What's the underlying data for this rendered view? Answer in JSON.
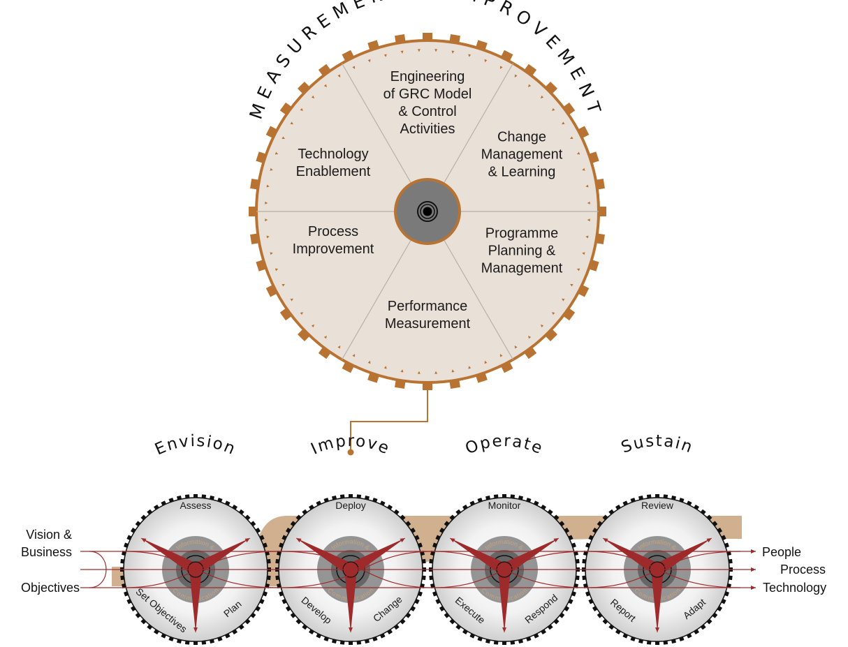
{
  "top_wheel": {
    "arc_title": "MEASUREMENT & IMPROVEMENT",
    "segments": [
      {
        "lines": [
          "Engineering",
          "of GRC Model",
          "& Control",
          "Activities"
        ]
      },
      {
        "lines": [
          "Change",
          "Management",
          "& Learning"
        ]
      },
      {
        "lines": [
          "Programme",
          "Planning &",
          "Management"
        ]
      },
      {
        "lines": [
          "Performance",
          "Measurement"
        ]
      },
      {
        "lines": [
          "Process",
          "Improvement"
        ]
      },
      {
        "lines": [
          "Technology",
          "Enablement"
        ]
      }
    ]
  },
  "gears": [
    {
      "title": "Envision",
      "top": "Assess",
      "left": "Set Objectives",
      "right": "Plan"
    },
    {
      "title": "Improve",
      "top": "Deploy",
      "left": "Develop",
      "right": "Change"
    },
    {
      "title": "Operate",
      "top": "Monitor",
      "left": "Execute",
      "right": "Respond"
    },
    {
      "title": "Sustain",
      "top": "Review",
      "left": "Report",
      "right": "Adapt"
    }
  ],
  "hub_labels": {
    "upper": "Information &",
    "lower": "Communication"
  },
  "inputs": {
    "lines": [
      "Vision &",
      "Business",
      "Objectives"
    ]
  },
  "outputs": [
    "People",
    "Process",
    "Technology"
  ],
  "colors": {
    "brown": "#b87333",
    "disc": "#e9e0d8",
    "band": "#c9a27c",
    "red": "#9e2a2b",
    "hub_dark": "#666666"
  }
}
